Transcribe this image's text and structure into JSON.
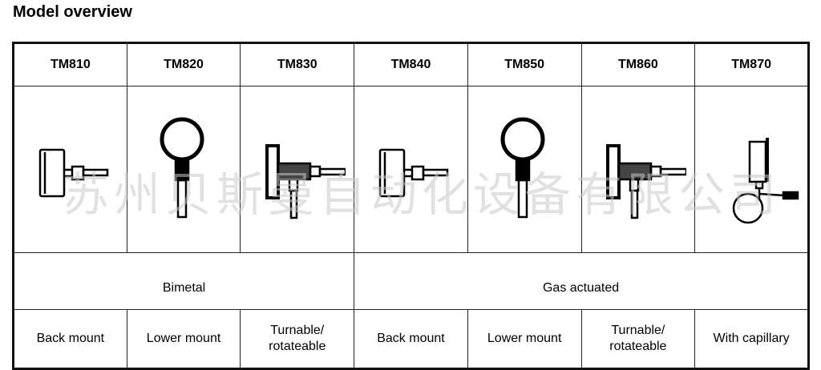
{
  "title": "Model overview",
  "models": [
    {
      "name": "TM810",
      "icon": "back-mount-thermometer-icon",
      "description": "Back mount"
    },
    {
      "name": "TM820",
      "icon": "lower-mount-thermometer-icon",
      "description": "Lower mount"
    },
    {
      "name": "TM830",
      "icon": "turnable-thermometer-icon",
      "description": "Turnable/ rotateable"
    },
    {
      "name": "TM840",
      "icon": "back-mount-thermometer-icon",
      "description": "Back mount"
    },
    {
      "name": "TM850",
      "icon": "lower-mount-thermometer-icon",
      "description": "Lower mount"
    },
    {
      "name": "TM860",
      "icon": "turnable-thermometer-icon",
      "description": "Turnable/ rotateable"
    },
    {
      "name": "TM870",
      "icon": "capillary-thermometer-icon",
      "description": "With capillary"
    }
  ],
  "categories": [
    {
      "label": "Bimetal"
    },
    {
      "label": "Gas actuated"
    }
  ],
  "watermark": "苏州贝斯曼自动化设备有限公司"
}
